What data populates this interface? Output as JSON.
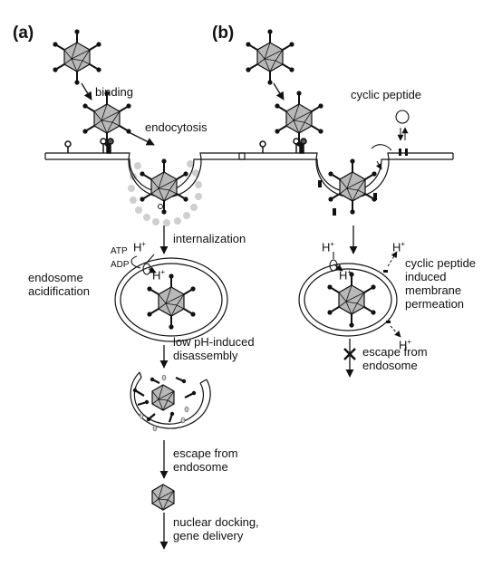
{
  "panels": {
    "a": "(a)",
    "b": "(b)"
  },
  "labels_a": {
    "binding": "binding",
    "endocytosis": "endocytosis",
    "internalization": "internalization",
    "atp": "ATP",
    "adp": "ADP",
    "proton": "H+",
    "endosome_acidification": "endosome\nacidification",
    "disassembly": "low pH-induced\ndisassembly",
    "escape": "escape from\nendosome",
    "delivery": "nuclear docking,\ngene delivery"
  },
  "labels_b": {
    "cyclic_peptide": "cyclic peptide",
    "proton": "H+",
    "permeation": "cyclic peptide\ninduced\nmembrane\npermeation",
    "escape_blocked": "escape from\nendosome"
  },
  "colors": {
    "virion_fill": "#b8b8b8",
    "membrane_bead": "#cfcfcf",
    "stroke": "#111111"
  }
}
